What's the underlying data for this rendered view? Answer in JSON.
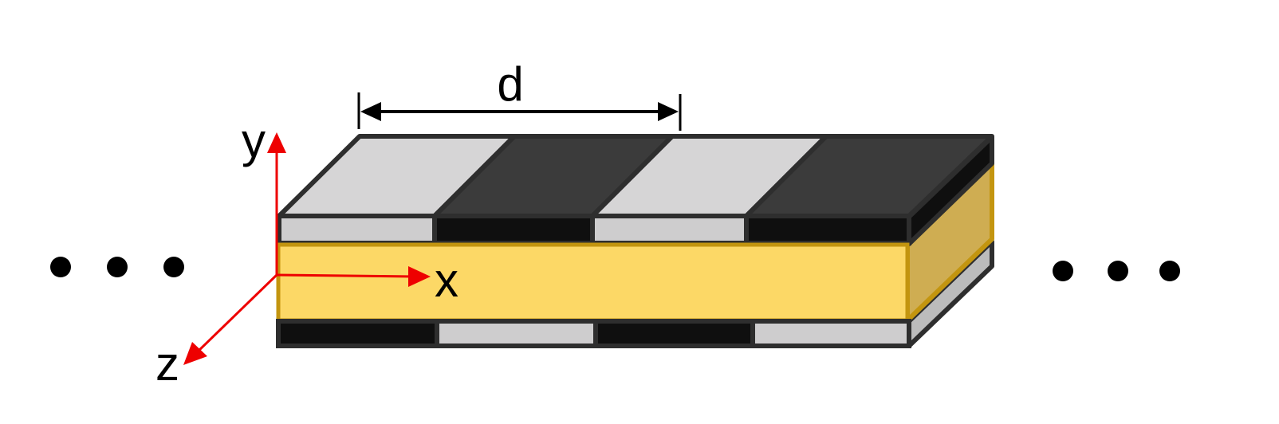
{
  "labels": {
    "period": "d",
    "axis_x": "x",
    "axis_y": "y",
    "axis_z": "z"
  },
  "colors": {
    "light_top": "#d6d5d6",
    "light_front": "#cecdce",
    "dark_top": "#3b3b3b",
    "dark_front": "#0f0f0f",
    "core_front": "#fcd866",
    "core_side": "#cfad52",
    "core_edge": "#c3950f",
    "bottom_side": "#bcbcbc",
    "outline": "#2e2e2e",
    "axis": "#ee0000",
    "dots": "#000000"
  },
  "top_strips_order": [
    "light",
    "dark",
    "light",
    "dark"
  ],
  "bottom_strips_order": [
    "dark",
    "light",
    "dark",
    "light"
  ]
}
